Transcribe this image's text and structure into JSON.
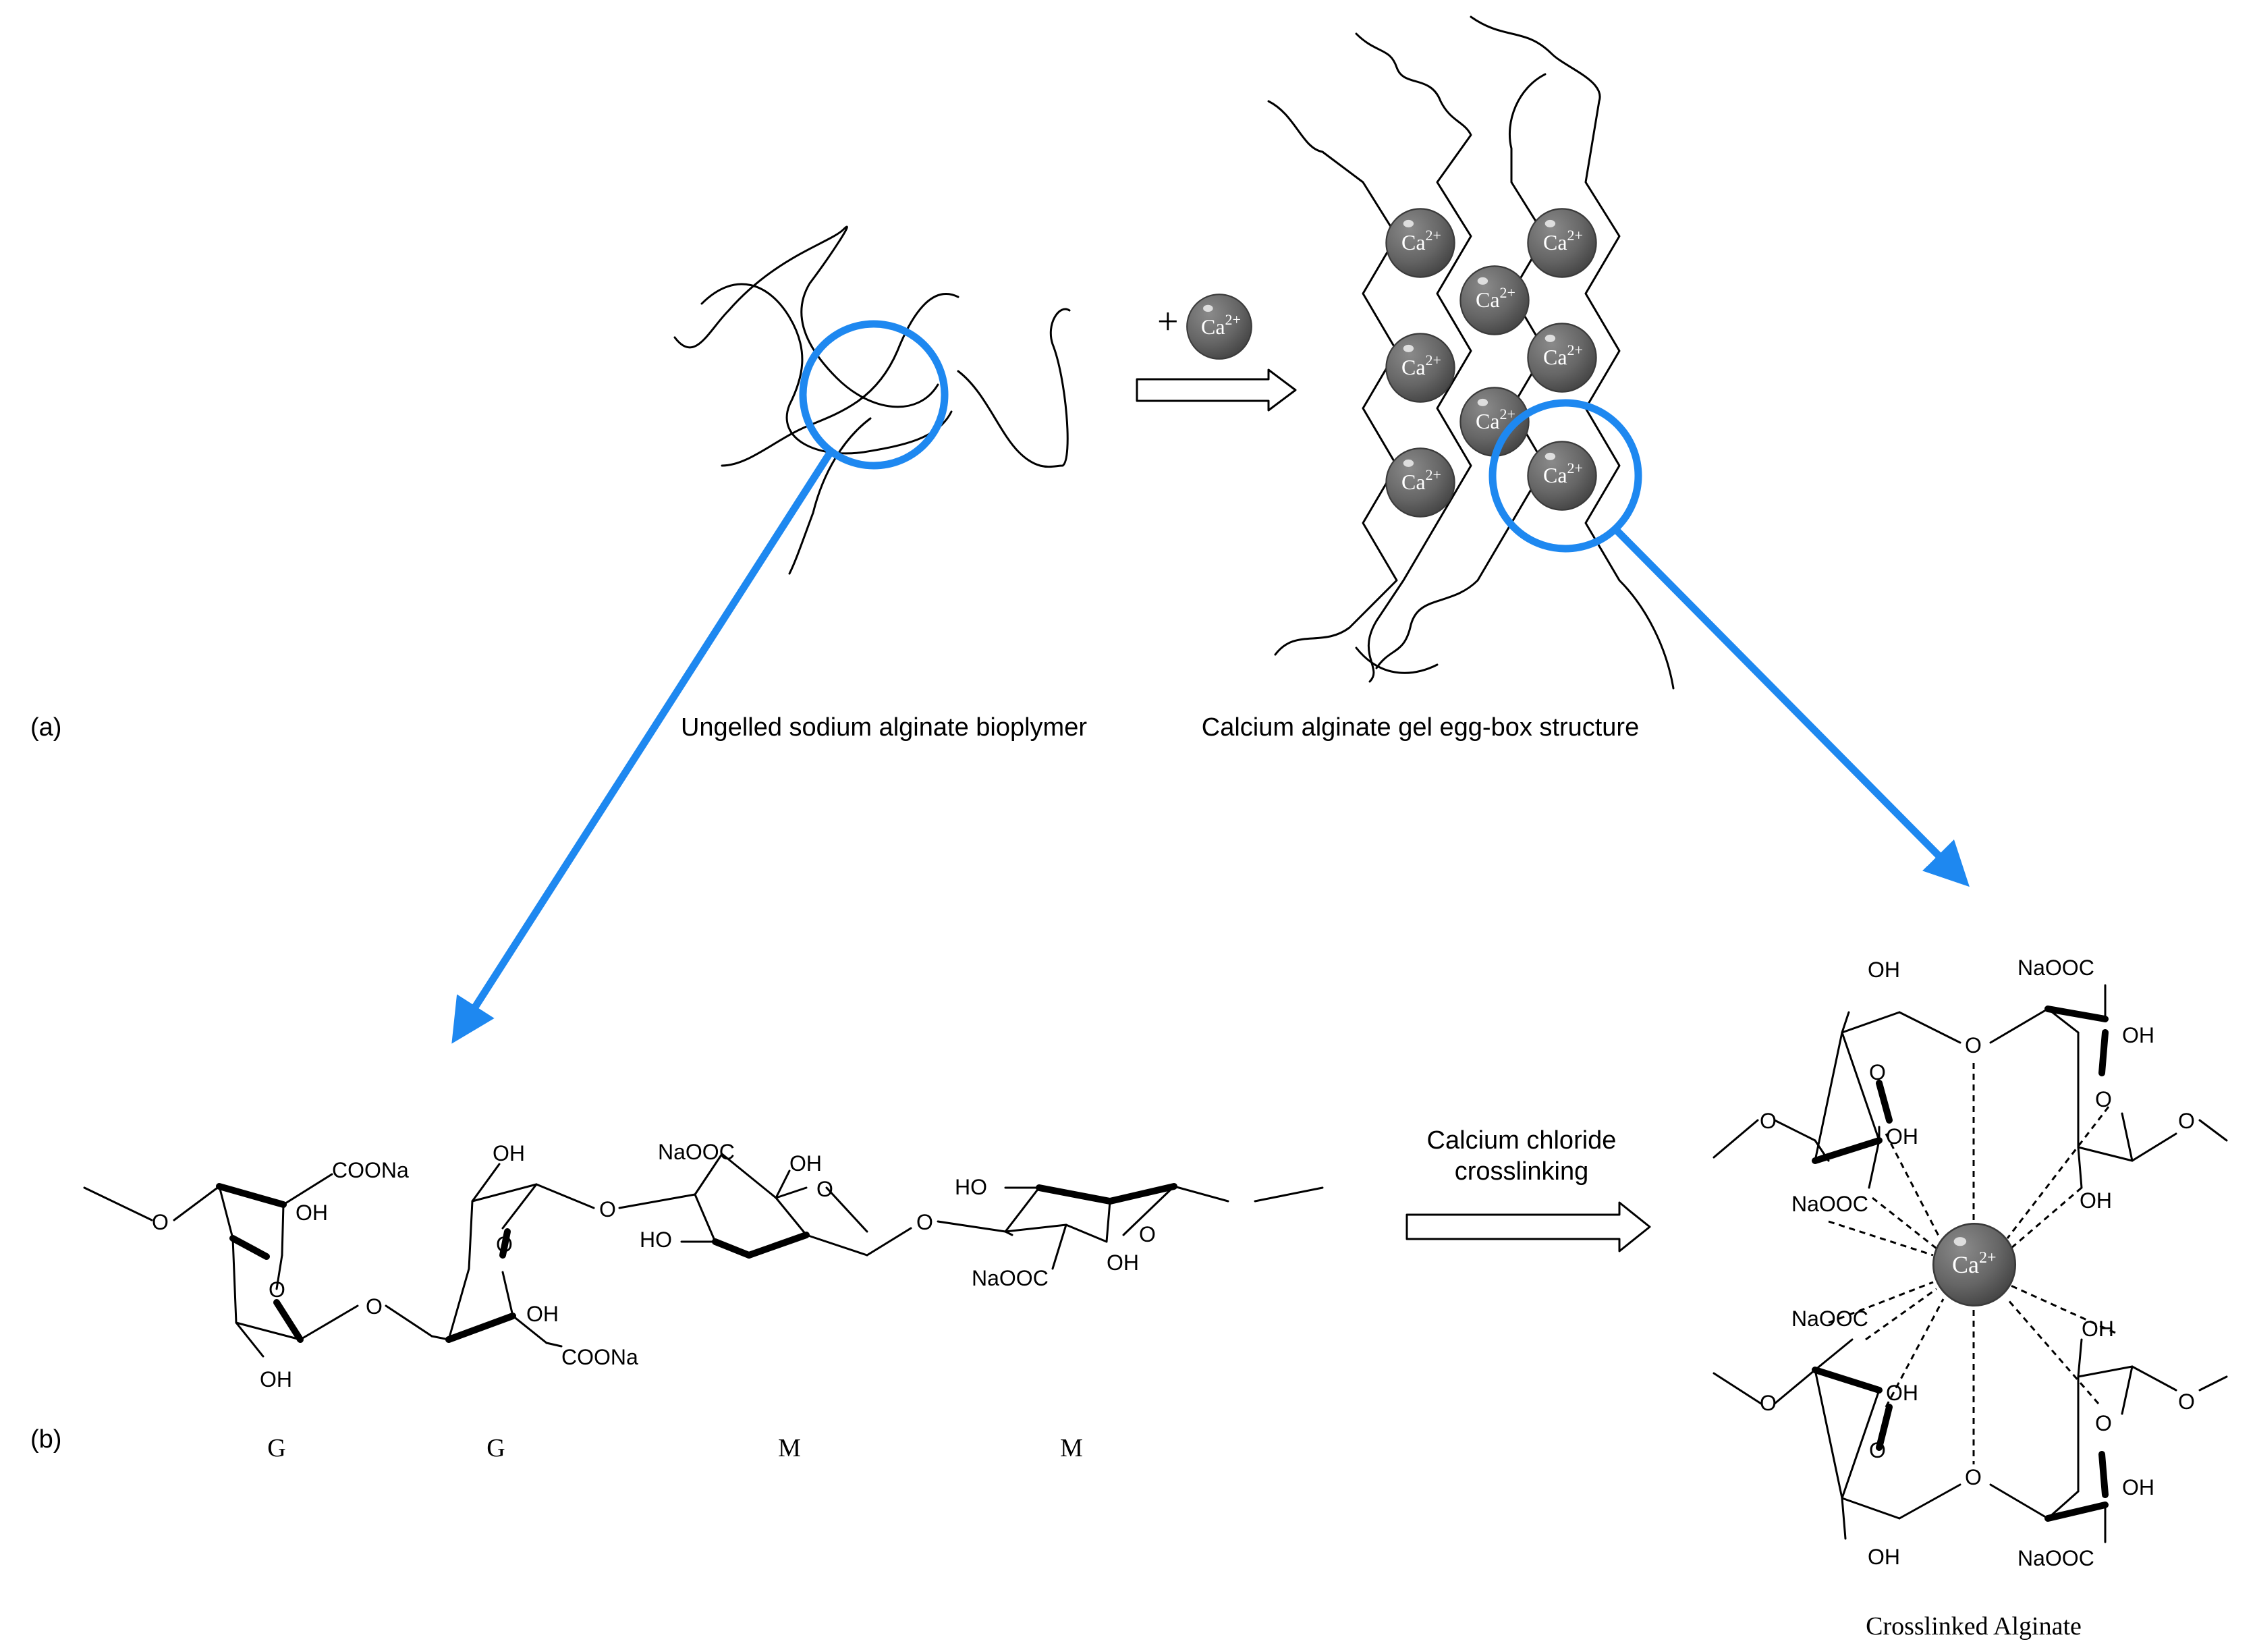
{
  "panel_labels": {
    "a": "(a)",
    "b": "(b)"
  },
  "ion": {
    "base": "Ca",
    "charge": "2+"
  },
  "reaction_plus": "+",
  "captions": {
    "ungelled": "Ungelled sodium alginate bioplymer",
    "egg_box": "Calcium alginate gel egg-box structure",
    "crosslinked": "Crosslinked Alginate"
  },
  "crosslinking_label": {
    "line1": "Calcium chloride",
    "line2": "crosslinking"
  },
  "residue_labels": [
    "G",
    "G",
    "M",
    "M"
  ],
  "atom_labels": {
    "o": "O",
    "oh": "OH",
    "ho": "HO",
    "coona": "COONa",
    "naooc": "NaOOC"
  },
  "colors": {
    "highlight": "#1e88f0",
    "ion_fill": "#6b6b6b",
    "ink": "#000000"
  }
}
